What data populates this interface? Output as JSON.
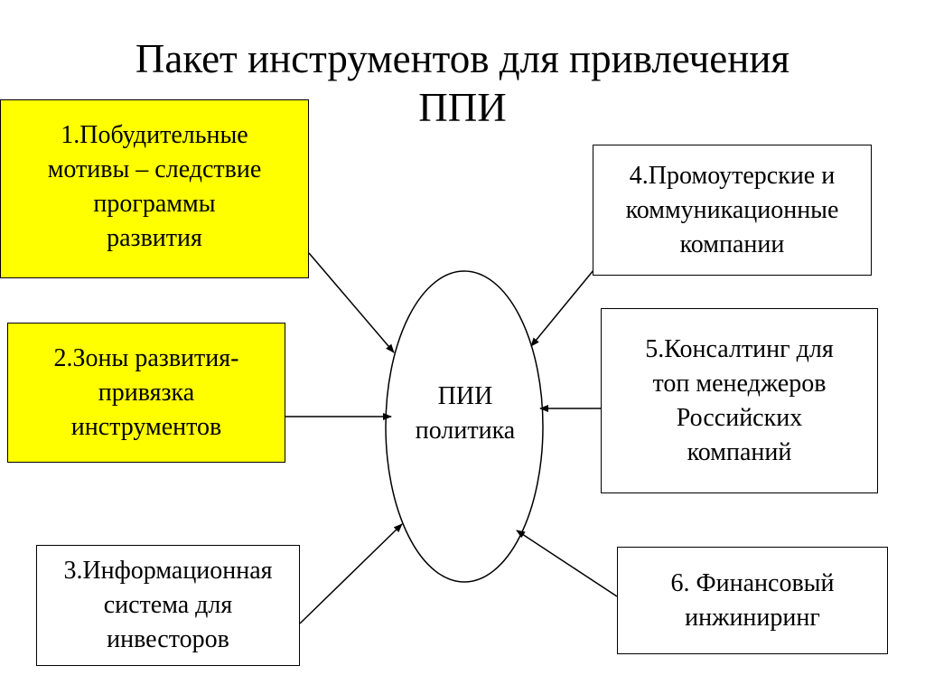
{
  "title": "Пакет инструментов для привлечения\nППИ",
  "center": {
    "label": "ПИИ\nполитика"
  },
  "boxes": [
    {
      "text": "1.Побудительные\nмотивы – следствие\nпрограммы\nразвития",
      "fill": "#ffff00"
    },
    {
      "text": "2.Зоны развития-\nпривязка\nинструментов",
      "fill": "#ffff00"
    },
    {
      "text": "3.Информационная\nсистема для\nинвесторов",
      "fill": "#ffffff"
    },
    {
      "text": "4.Промоутерские и\nкоммуникационные\nкомпании",
      "fill": "#ffffff"
    },
    {
      "text": "5.Консалтинг для\nтоп менеджеров\nРоссийских\nкомпаний",
      "fill": "#ffffff"
    },
    {
      "text": "6. Финансовый\nинжиниринг",
      "fill": "#ffffff"
    }
  ],
  "colors": {
    "highlight": "#ffff00",
    "line": "#000000",
    "background": "#ffffff"
  }
}
